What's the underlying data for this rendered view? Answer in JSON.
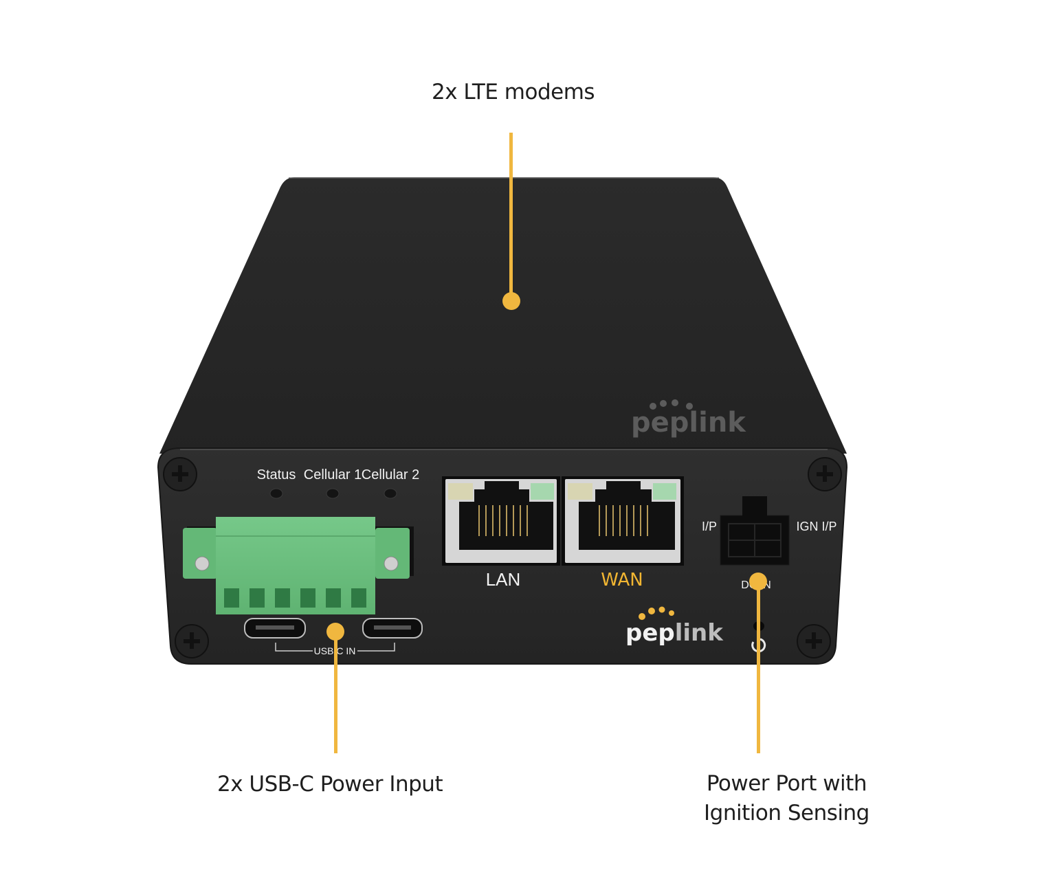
{
  "callouts": {
    "accent_color": "#f0b73f",
    "top": {
      "label": "2x LTE modems"
    },
    "bottom_left": {
      "label": "2x USB-C Power Input"
    },
    "bottom_right": {
      "line1": "Power Port with",
      "line2": "Ignition Sensing"
    }
  },
  "device": {
    "body_color": "#2a2a2a",
    "faceplate_color": "#262626",
    "terminal_block_color": "#6cc07e",
    "led_labels": [
      "Status",
      "Cellular 1",
      "Cellular 2"
    ],
    "ports": {
      "lan_label": "LAN",
      "wan_label": "WAN",
      "wan_label_color": "#f2b632"
    },
    "power_port": {
      "left_label": "I/P",
      "right_label": "IGN I/P",
      "below_label": "DC IN"
    },
    "usb_label": "USB C IN",
    "top_logo": "peplink",
    "front_logo": {
      "pep": "pep",
      "link": "link"
    }
  }
}
